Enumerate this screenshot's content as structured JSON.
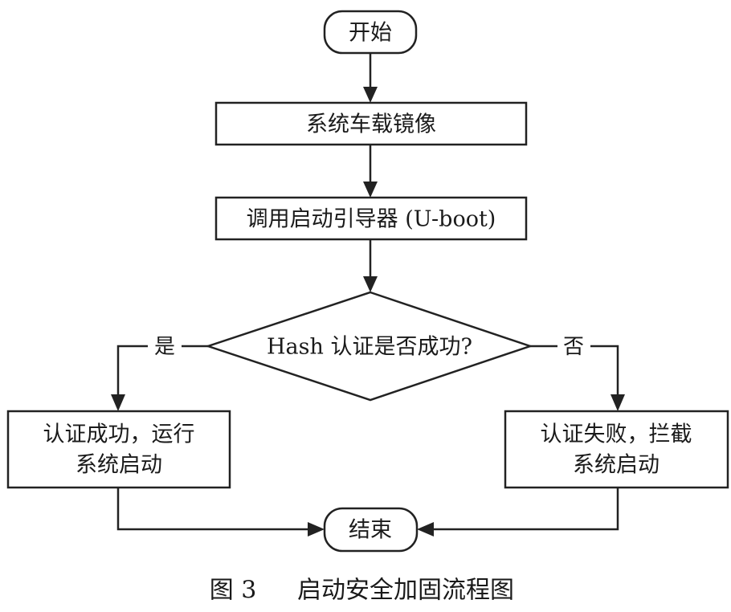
{
  "nodes": {
    "start": "开始",
    "load_image": "系统车载镜像",
    "bootloader": "调用启动引导器 (U-boot)",
    "decision": "Hash 认证是否成功?",
    "success_line1": "认证成功，运行",
    "success_line2": "系统启动",
    "fail_line1": "认证失败，拦截",
    "fail_line2": "系统启动",
    "end": "结束"
  },
  "edges": {
    "yes": "是",
    "no": "否"
  },
  "caption": {
    "number": "图 3",
    "title": "启动安全加固流程图"
  }
}
